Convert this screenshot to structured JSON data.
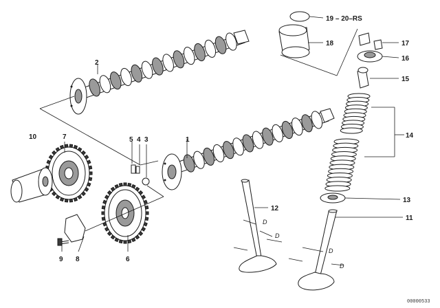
{
  "callouts": {
    "c1": "1",
    "c2": "2",
    "c3": "3",
    "c4": "4",
    "c5": "5",
    "c6": "6",
    "c7": "7",
    "c8": "8",
    "c9": "9",
    "c10": "10",
    "c11": "11",
    "c12": "12",
    "c13": "13",
    "c14": "14",
    "c15": "15",
    "c16": "16",
    "c17": "17",
    "c18": "18",
    "c19": "19 – 20–RS"
  },
  "dimension_marks": {
    "d1": "D",
    "d2": "D",
    "d3": "D",
    "d4": "D"
  },
  "drawing_ref": "00000533",
  "colors": {
    "ink": "#1a1a1a",
    "shade": "#9a9a9a",
    "background": "#ffffff"
  }
}
